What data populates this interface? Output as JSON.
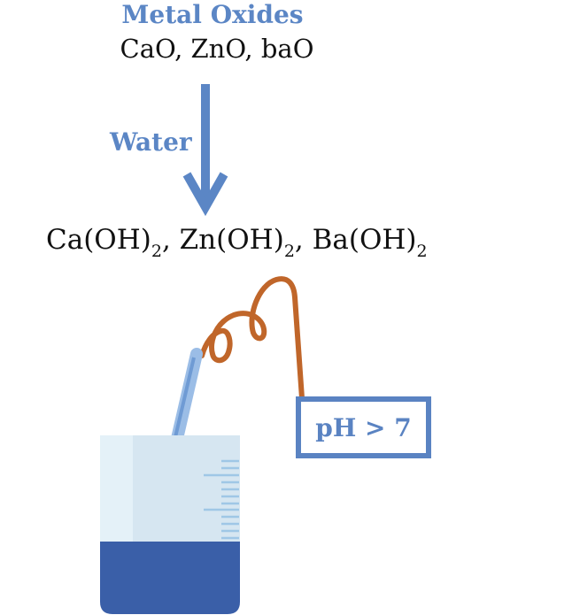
{
  "top_label": "Metal Oxides",
  "oxides": "CaO, ZnO, baO",
  "arrow_label": "Water",
  "hydroxides": [
    {
      "base": "Ca(OH)",
      "sub": "2",
      "sep": ", "
    },
    {
      "base": "Zn(OH)",
      "sub": "2",
      "sep": ", "
    },
    {
      "base": "Ba(OH)",
      "sub": "2",
      "sep": ""
    }
  ],
  "ph_label": "pH > 7",
  "colors": {
    "accent_blue": "#5b86c5",
    "liquid": "#3a5fa8",
    "wire": "#c0662a",
    "beaker_glass": "#e4f1f8",
    "rod": "#9bbde6"
  }
}
